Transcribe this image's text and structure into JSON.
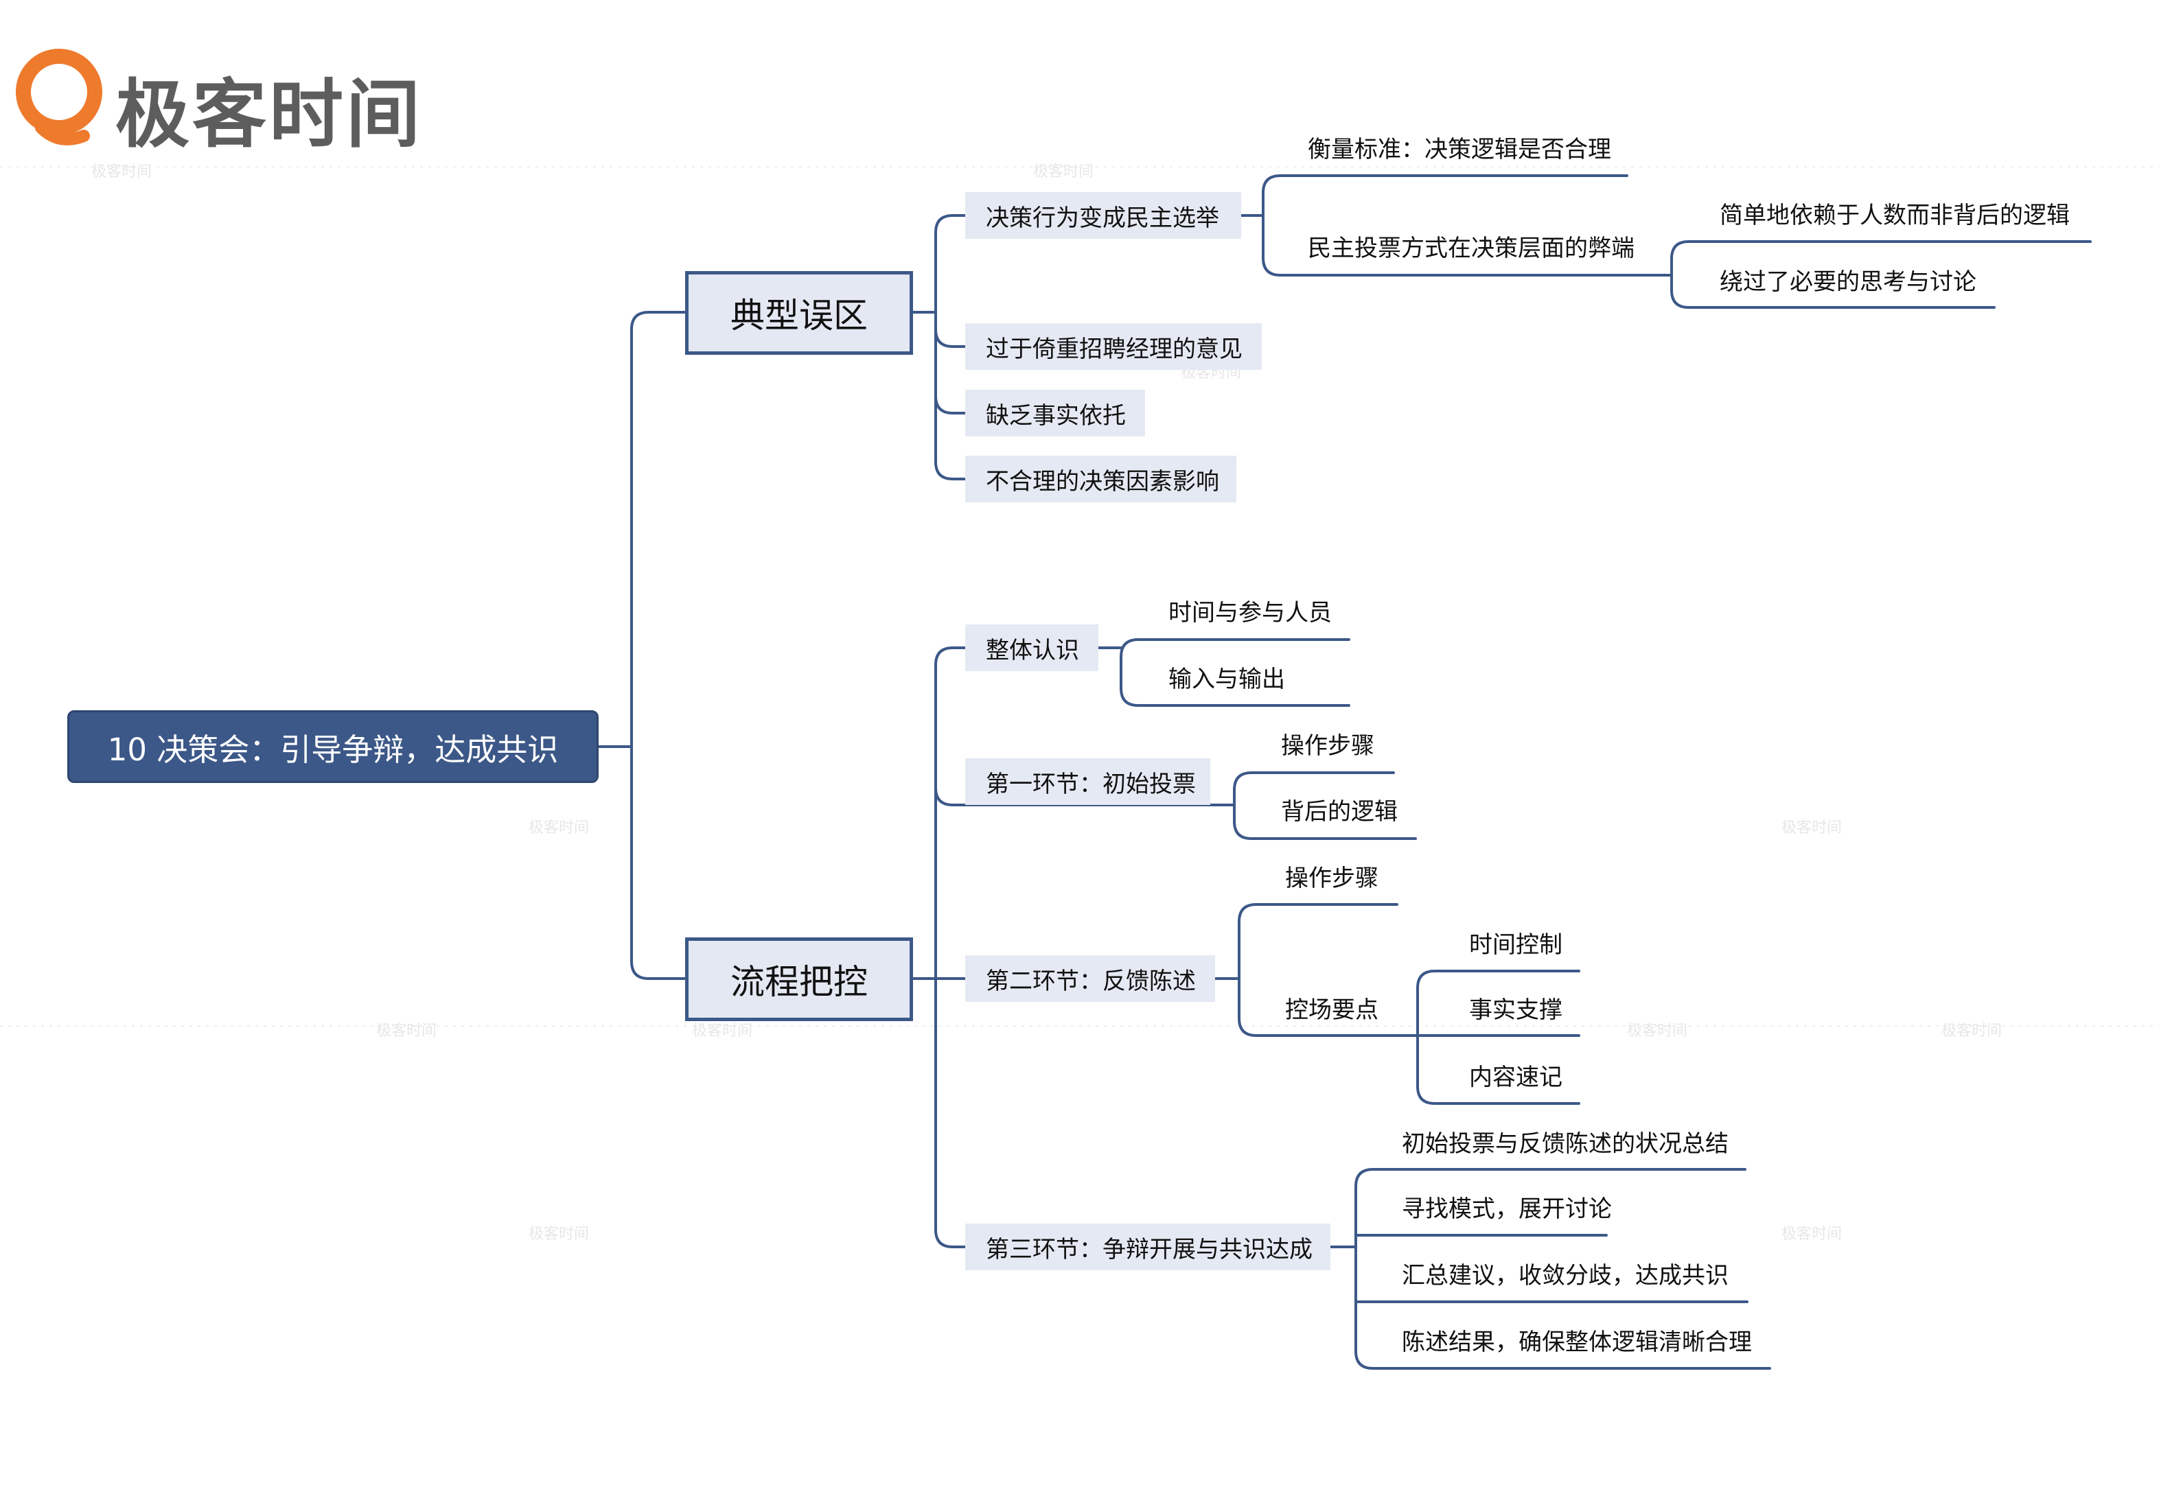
{
  "logo": {
    "text": "极客时间",
    "accent_color": "#ee7a2c"
  },
  "watermark": "极客时间",
  "colors": {
    "line": "#3c5888",
    "root_fill": "#3c5888",
    "node_fill": "#e5e9f3"
  },
  "root": "10 决策会：引导争辩，达成共识",
  "branch1": {
    "title": "典型误区",
    "n1": {
      "label": "决策行为变成民主选举",
      "c1": "衡量标准：决策逻辑是否合理",
      "c2": {
        "label": "民主投票方式在决策层面的弊端",
        "g1": "简单地依赖于人数而非背后的逻辑",
        "g2": "绕过了必要的思考与讨论"
      }
    },
    "n2": "过于倚重招聘经理的意见",
    "n3": "缺乏事实依托",
    "n4": "不合理的决策因素影响"
  },
  "branch2": {
    "title": "流程把控",
    "m1": {
      "label": "整体认识",
      "c1": "时间与参与人员",
      "c2": "输入与输出"
    },
    "m2": {
      "label": "第一环节：初始投票",
      "c1": "操作步骤",
      "c2": "背后的逻辑"
    },
    "m3": {
      "label": "第二环节：反馈陈述",
      "c1": "操作步骤",
      "c2": {
        "label": "控场要点",
        "g1": "时间控制",
        "g2": "事实支撑",
        "g3": "内容速记"
      }
    },
    "m4": {
      "label": "第三环节：争辩开展与共识达成",
      "c1": "初始投票与反馈陈述的状况总结",
      "c2": "寻找模式，展开讨论",
      "c3": "汇总建议，收敛分歧，达成共识",
      "c4": "陈述结果，确保整体逻辑清晰合理"
    }
  }
}
